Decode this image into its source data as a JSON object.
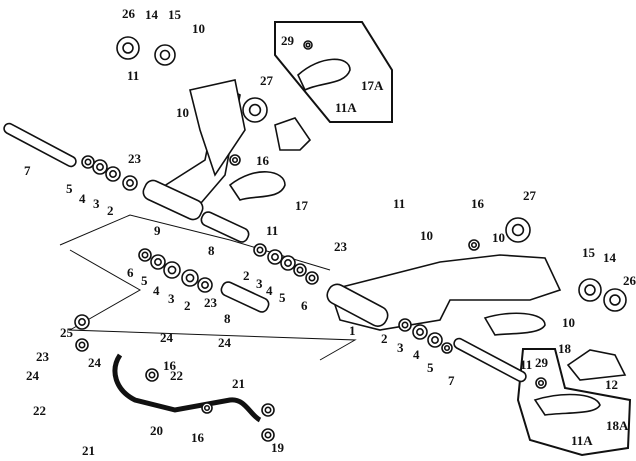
{
  "diagram": {
    "type": "exploded parts diagram",
    "line_color": "#111111",
    "background": "#ffffff",
    "callouts": [
      "26",
      "14",
      "15",
      "10",
      "27",
      "11",
      "10",
      "23",
      "16",
      "17",
      "11",
      "7",
      "5",
      "4",
      "3",
      "2",
      "9",
      "8",
      "29",
      "17A",
      "11A",
      "6",
      "5",
      "4",
      "3",
      "2",
      "23",
      "8",
      "2",
      "3",
      "4",
      "5",
      "6",
      "25",
      "24",
      "24",
      "23",
      "24",
      "16",
      "22",
      "21",
      "24",
      "22",
      "20",
      "16",
      "21",
      "19",
      "11",
      "10",
      "23",
      "16",
      "27",
      "10",
      "15",
      "14",
      "26",
      "1",
      "2",
      "3",
      "4",
      "5",
      "10",
      "18",
      "11",
      "7",
      "29",
      "12",
      "18A",
      "11A"
    ]
  }
}
